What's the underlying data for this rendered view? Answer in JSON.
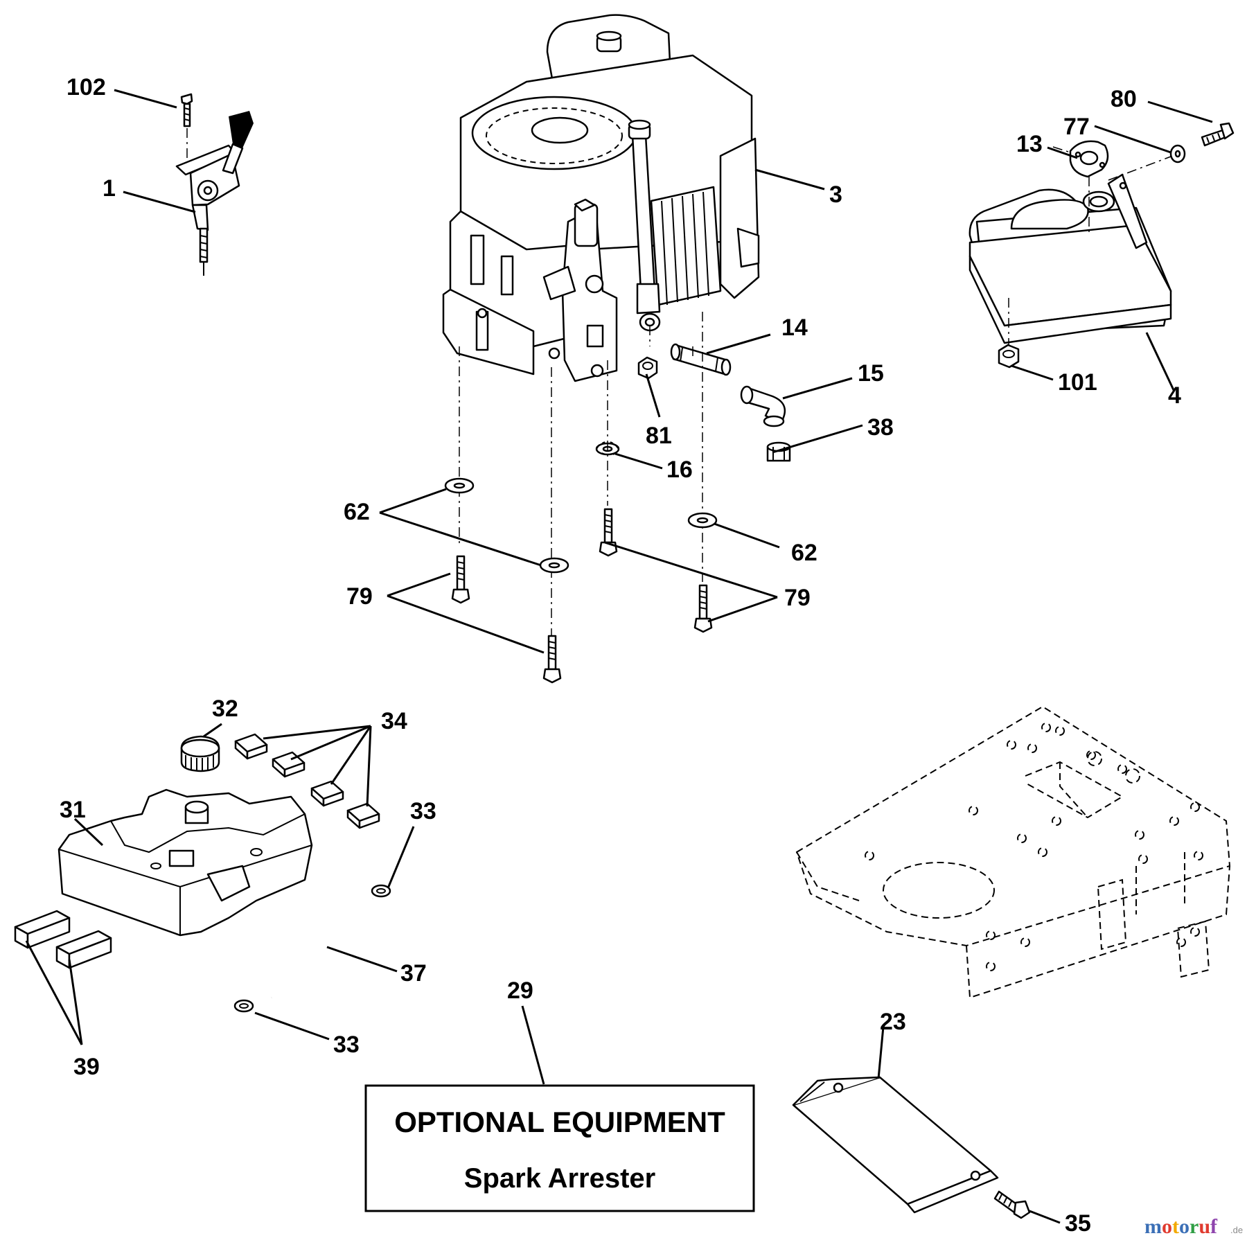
{
  "labels": {
    "p1": "1",
    "p3": "3",
    "p4": "4",
    "p13": "13",
    "p14": "14",
    "p15": "15",
    "p16": "16",
    "p23": "23",
    "p29": "29",
    "p31": "31",
    "p32": "32",
    "p33a": "33",
    "p33b": "33",
    "p34": "34",
    "p35": "35",
    "p37": "37",
    "p38": "38",
    "p39": "39",
    "p62a": "62",
    "p62b": "62",
    "p77": "77",
    "p79a": "79",
    "p79b": "79",
    "p80": "80",
    "p81": "81",
    "p101": "101",
    "p102": "102"
  },
  "optional_box": {
    "title": "OPTIONAL EQUIPMENT",
    "subtitle": "Spark Arrester"
  },
  "watermark": {
    "brand": "motoruf",
    "suffix": ".de",
    "colors": [
      "#3b6fb6",
      "#e03a2f",
      "#f2a900",
      "#3b6fb6",
      "#2f9e44",
      "#e03a2f",
      "#8e44ad"
    ]
  }
}
